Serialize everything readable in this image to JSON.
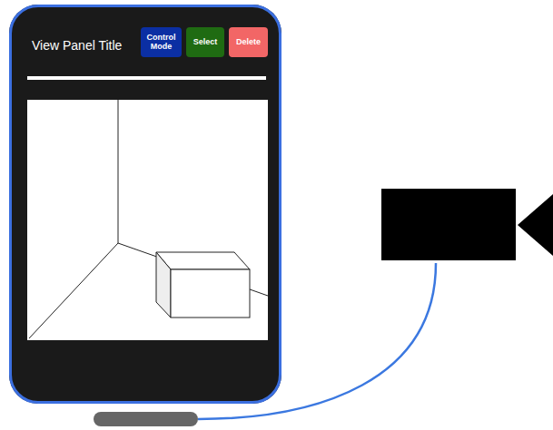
{
  "diagram": {
    "nodes": [
      {
        "text": [
          "View Panel Title"
        ]
      },
      {
        "text": [
          "Control Mode"
        ],
        "in": 0
      },
      {
        "text": [
          "Select"
        ],
        "in": 0
      },
      {
        "text": [
          "Delete"
        ],
        "in": 0
      }
    ]
  }
}
